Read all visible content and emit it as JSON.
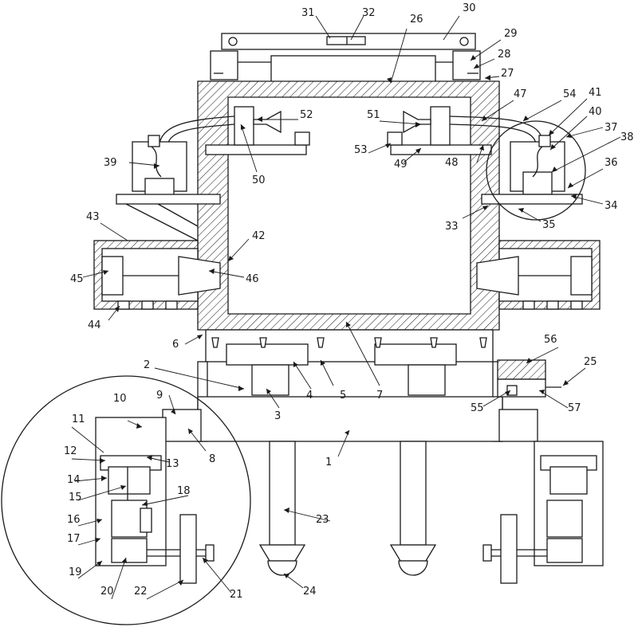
{
  "labels": {
    "n1": "1",
    "n2": "2",
    "n3": "3",
    "n4": "4",
    "n5": "5",
    "n6": "6",
    "n7": "7",
    "n8": "8",
    "n9": "9",
    "n10": "10",
    "n11": "11",
    "n12": "12",
    "n13": "13",
    "n14": "14",
    "n15": "15",
    "n16": "16",
    "n17": "17",
    "n18": "18",
    "n19": "19",
    "n20": "20",
    "n21": "21",
    "n22": "22",
    "n23": "23",
    "n24": "24",
    "n25": "25",
    "n26": "26",
    "n27": "27",
    "n28": "28",
    "n29": "29",
    "n30": "30",
    "n31": "31",
    "n32": "32",
    "n33": "33",
    "n34": "34",
    "n35": "35",
    "n36": "36",
    "n37": "37",
    "n38": "38",
    "n39": "39",
    "n40": "40",
    "n41": "41",
    "n42": "42",
    "n43": "43",
    "n44": "44",
    "n45": "45",
    "n46": "46",
    "n47": "47",
    "n48": "48",
    "n49": "49",
    "n50": "50",
    "n51": "51",
    "n52": "52",
    "n53": "53",
    "n54": "54",
    "n55": "55",
    "n56": "56",
    "n57": "57"
  }
}
